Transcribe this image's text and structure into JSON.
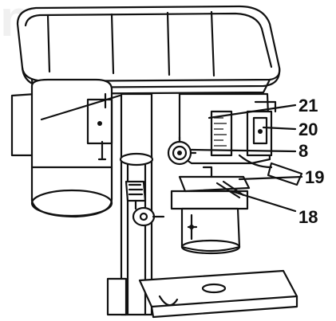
{
  "watermark": "nop",
  "callouts": [
    {
      "id": "21",
      "label": "21"
    },
    {
      "id": "20",
      "label": "20"
    },
    {
      "id": "8",
      "label": "8"
    },
    {
      "id": "19",
      "label": "19"
    },
    {
      "id": "18",
      "label": "18"
    }
  ]
}
